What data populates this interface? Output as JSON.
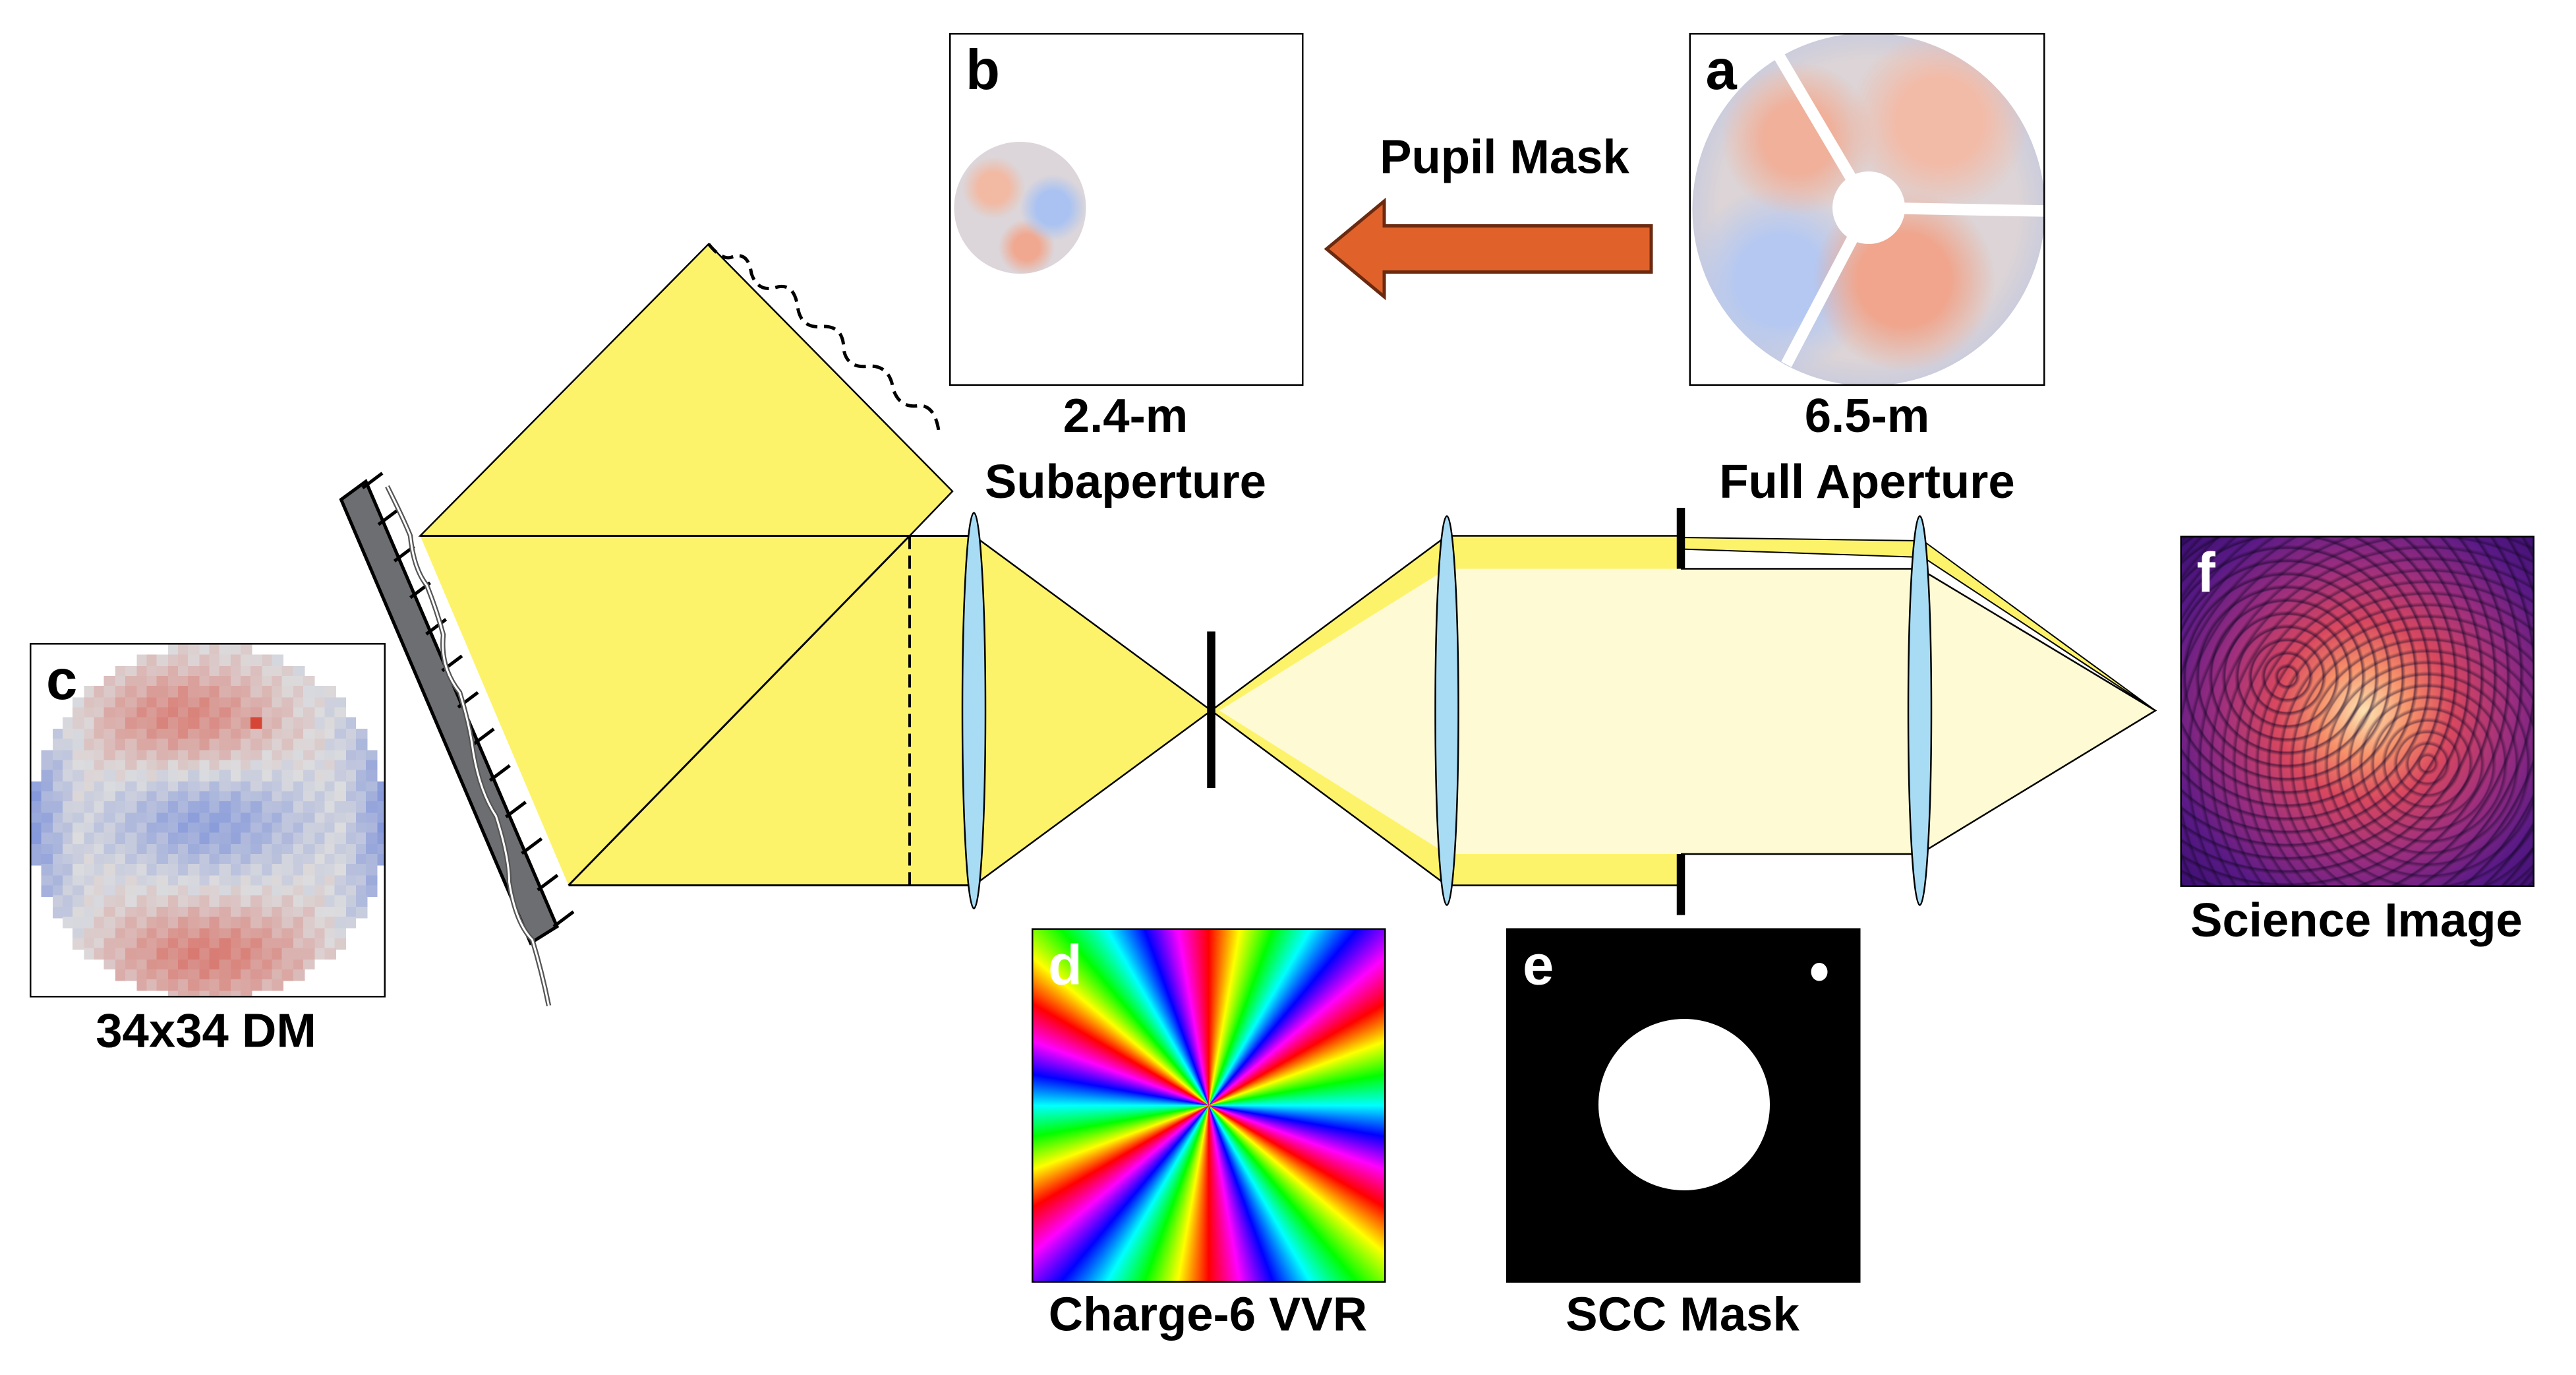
{
  "panels": {
    "a": {
      "label": "a",
      "caption_line1": "6.5-m",
      "caption_line2": "Full Aperture"
    },
    "b": {
      "label": "b",
      "caption_line1": "2.4-m",
      "caption_line2": "Subaperture"
    },
    "c": {
      "label": "c",
      "caption": "34x34 DM"
    },
    "d": {
      "label": "d",
      "caption": "Charge-6 VVR"
    },
    "e": {
      "label": "e",
      "caption": "SCC Mask"
    },
    "f": {
      "label": "f",
      "caption": "Science Image"
    }
  },
  "arrow": {
    "label": "Pupil Mask",
    "color": "#e0622a"
  },
  "colors": {
    "beam": "#fdf36b",
    "beam_pale": "#fefad4",
    "lens": "#a8dcf5",
    "mirror": "#6d6e71"
  }
}
